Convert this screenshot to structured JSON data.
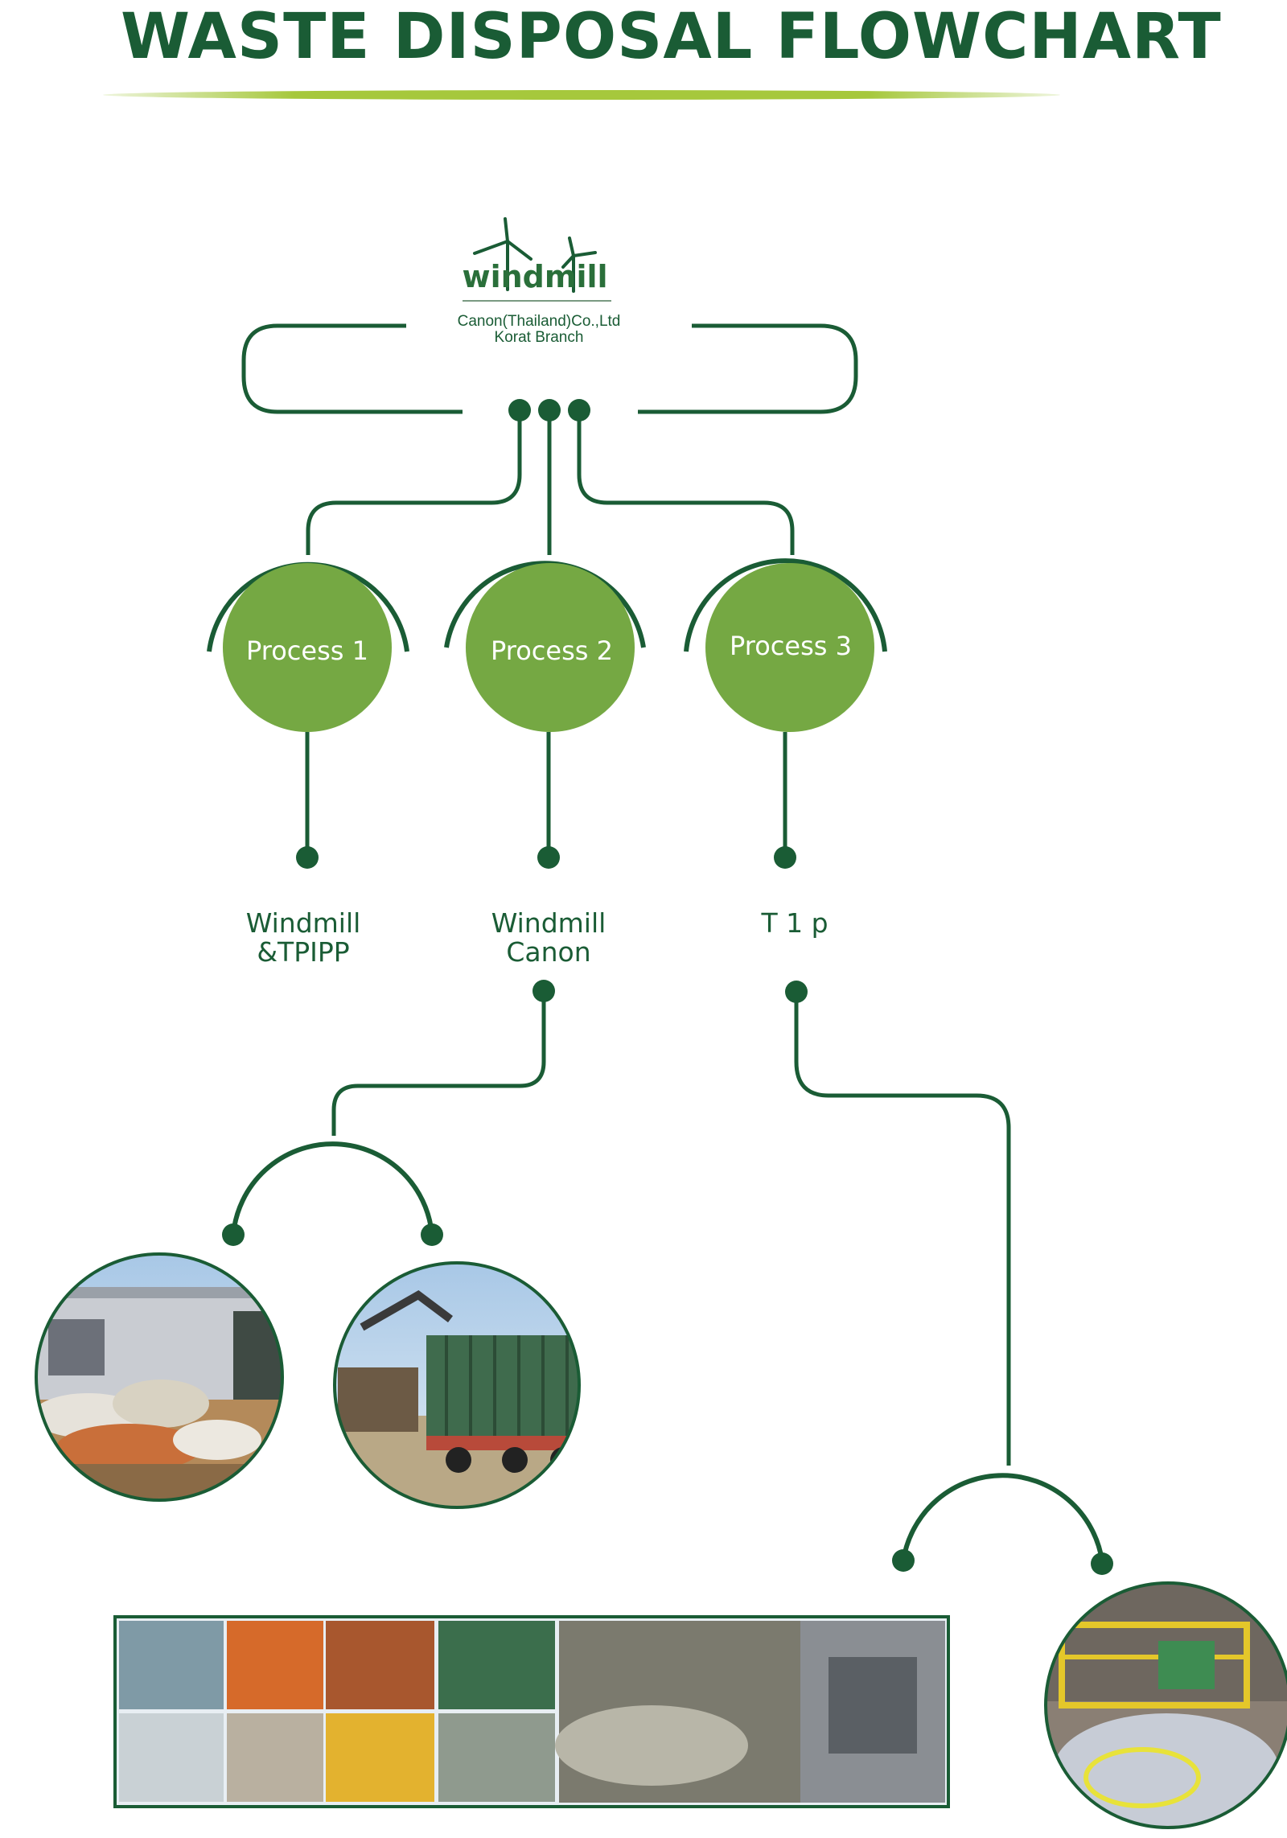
{
  "title": "WASTE DISPOSAL FLOWCHART",
  "logo": {
    "brand": "windmill",
    "line1": "Canon(Thailand)Co.,Ltd",
    "line2": "Korat Branch"
  },
  "processes": [
    {
      "label": "Process 1",
      "destination": [
        "Windmill",
        "&TPIPP"
      ]
    },
    {
      "label": "Process 2",
      "destination": [
        "Windmill",
        "Canon"
      ]
    },
    {
      "label": "Process 3",
      "destination": [
        "T 1 p"
      ]
    }
  ],
  "photos": [
    {
      "name": "photo-warehouse-waste",
      "description": ""
    },
    {
      "name": "photo-truck-loading",
      "description": ""
    },
    {
      "name": "photo-collage-strip",
      "description": ""
    },
    {
      "name": "photo-incinerator",
      "description": ""
    }
  ],
  "colors": {
    "dark_green": "#1a5c35",
    "process_green": "#75a843",
    "accent_line": "#a6c83c"
  }
}
